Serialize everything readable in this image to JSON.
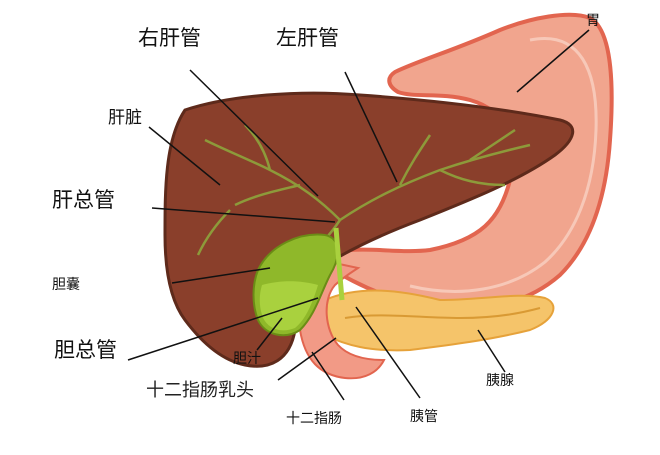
{
  "labels": {
    "right_hepatic_duct": "右肝管",
    "left_hepatic_duct": "左肝管",
    "stomach": "胃",
    "liver": "肝脏",
    "common_hepatic_duct": "肝总管",
    "gallbladder": "胆囊",
    "common_bile_duct": "胆总管",
    "bile": "胆汁",
    "duodenal_papilla": "十二指肠乳头",
    "duodenum": "十二指肠",
    "pancreatic_duct": "胰管",
    "pancreas": "胰腺"
  },
  "colors": {
    "liver": "#8a3f2b",
    "liver_outline": "#5e2a1b",
    "liver_ducts": "#8d9a3a",
    "stomach": "#f1a58e",
    "stomach_outline": "#e2654f",
    "gallbladder": "#8fb82a",
    "pancreas": "#f5c46a",
    "pancreas_outline": "#e6a23a",
    "duodenum": "#f29a86",
    "leader_line": "#111111"
  }
}
